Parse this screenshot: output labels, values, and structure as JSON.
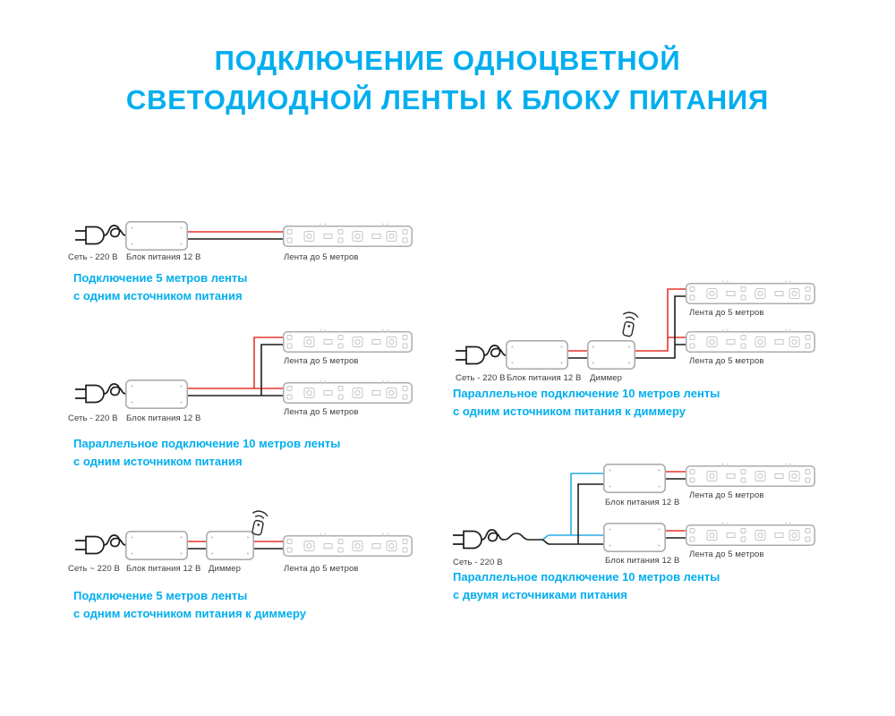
{
  "title": {
    "line1": "ПОДКЛЮЧЕНИЕ ОДНОЦВЕТНОЙ",
    "line2": "СВЕТОДИОДНОЙ ЛЕНТЫ К БЛОКУ ПИТАНИЯ"
  },
  "colors": {
    "accent": "#00AEEF",
    "wire_red": "#E5352B",
    "wire_black": "#1D1D1B",
    "wire_blue": "#29ABE2",
    "box_outline": "#A9ADB2",
    "label_text": "#3C3C3B"
  },
  "icons": {
    "plug": "mains-plug-icon",
    "psu": "power-supply-box",
    "dimmer": "dimmer-box",
    "strip": "led-strip",
    "remote": "remote-control-icon"
  },
  "diagrams": [
    {
      "name": "single-5m-one-psu",
      "labels": {
        "mains": "Сеть - 220 В",
        "psu": "Блок питания 12 В",
        "strip": "Лента до 5 метров"
      },
      "caption1": "Подключение 5 метров ленты",
      "caption2": "с одним источником питания"
    },
    {
      "name": "parallel-10m-one-psu",
      "labels": {
        "mains": "Сеть - 220 В",
        "psu": "Блок питания 12 В",
        "strip_top": "Лента до 5 метров",
        "strip_bottom": "Лента до 5 метров"
      },
      "caption1": "Параллельное подключение 10 метров ленты",
      "caption2": "с одним источником питания"
    },
    {
      "name": "single-5m-one-psu-dimmer",
      "labels": {
        "mains": "Сеть ~ 220 В",
        "psu": "Блок питания 12 В",
        "dimmer": "Диммер",
        "strip": "Лента до 5 метров"
      },
      "caption1": "Подключение 5 метров ленты",
      "caption2": "с одним источником питания к диммеру"
    },
    {
      "name": "parallel-10m-one-psu-dimmer",
      "labels": {
        "mains": "Сеть - 220 В",
        "psu": "Блок питания 12 В",
        "dimmer": "Диммер",
        "strip_top": "Лента до 5 метров",
        "strip_bottom": "Лента до 5 метров"
      },
      "caption1": "Параллельное подключение 10 метров ленты",
      "caption2": "с одним источником питания к диммеру"
    },
    {
      "name": "parallel-10m-two-psu",
      "labels": {
        "mains": "Сеть - 220 В",
        "psu_top": "Блок питания 12 В",
        "psu_bottom": "Блок питания 12 В",
        "strip_top": "Лента до 5 метров",
        "strip_bottom": "Лента до 5 метров"
      },
      "caption1": "Параллельное подключение 10 метров ленты",
      "caption2": "с двумя источниками питания"
    }
  ]
}
